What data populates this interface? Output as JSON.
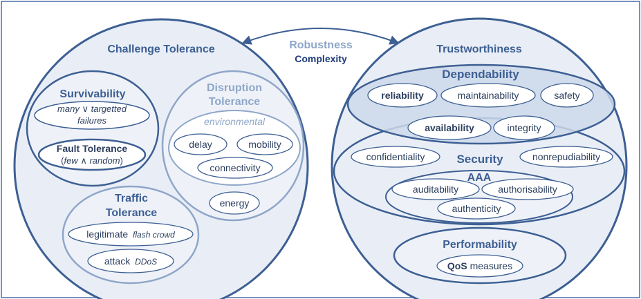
{
  "center": {
    "robustness": "Robustness",
    "complexity": "Complexity"
  },
  "challenge_tolerance": {
    "title": "Challenge Tolerance",
    "survivability": {
      "title": "Survivability",
      "failures_line1_a": "many",
      "failures_op": "∨",
      "failures_line1_b": "targetted",
      "failures_line2": "failures",
      "fault_tolerance_title": "Fault Tolerance",
      "fault_tolerance_open": "(",
      "fault_tolerance_a": "few",
      "fault_tolerance_op": "∧",
      "fault_tolerance_b": "random",
      "fault_tolerance_close": ")"
    },
    "disruption": {
      "title_line1": "Disruption",
      "title_line2": "Tolerance",
      "environmental": "environmental",
      "delay": "delay",
      "mobility": "mobility",
      "connectivity": "connectivity",
      "energy": "energy"
    },
    "traffic": {
      "title_line1": "Traffic",
      "title_line2": "Tolerance",
      "legitimate": "legitimate",
      "flash_crowd": "flash crowd",
      "attack": "attack",
      "ddos": "DDoS"
    }
  },
  "trustworthiness": {
    "title": "Trustworthiness",
    "dependability": {
      "title": "Dependability",
      "reliability": "reliability",
      "maintainability": "maintainability",
      "safety": "safety",
      "availability": "availability",
      "integrity": "integrity"
    },
    "security": {
      "title": "Security",
      "confidentiality": "confidentiality",
      "nonrepudiability": "nonrepudiability",
      "aaa_title": "AAA",
      "auditability": "auditability",
      "authorisability": "authorisability",
      "authenticity": "authenticity"
    },
    "performability": {
      "title": "Performability",
      "qos": "QoS",
      "measures": "measures"
    }
  },
  "colors": {
    "border": "#3d5f93",
    "fill_light": "#e9eef6",
    "fill_mid": "#cdd8ea",
    "pale_border": "#8fa6c9",
    "text_dark": "#2c3f5e"
  }
}
